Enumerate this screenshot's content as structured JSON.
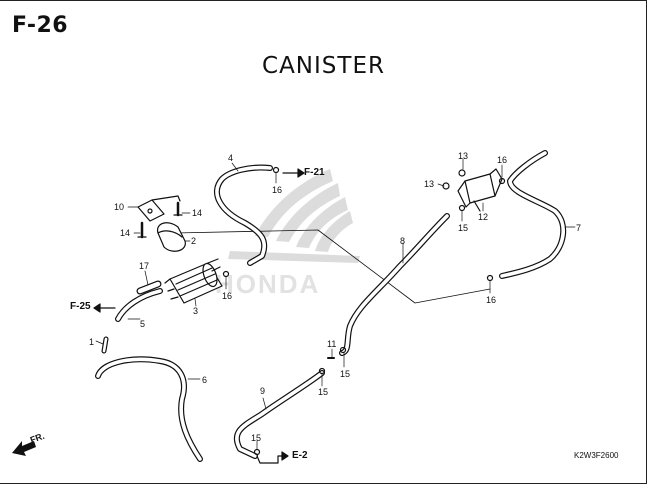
{
  "diagram": {
    "section_code": "F-26",
    "title": "CANISTER",
    "drawing_code": "K2W3F2600",
    "front_marker": "FR.",
    "watermark": "HONDA",
    "references": {
      "f21": "F-21",
      "f25": "F-25",
      "e2": "E-2"
    },
    "part_labels": {
      "p1": "1",
      "p2": "2",
      "p3": "3",
      "p4": "4",
      "p5": "5",
      "p6": "6",
      "p7": "7",
      "p8": "8",
      "p9": "9",
      "p10": "10",
      "p11": "11",
      "p12": "12",
      "p13a": "13",
      "p13b": "13",
      "p14a": "14",
      "p14b": "14",
      "p15a": "15",
      "p15b": "15",
      "p15c": "15",
      "p15d": "15",
      "p16a": "16",
      "p16b": "16",
      "p16c": "16",
      "p16d": "16",
      "p17": "17"
    }
  }
}
